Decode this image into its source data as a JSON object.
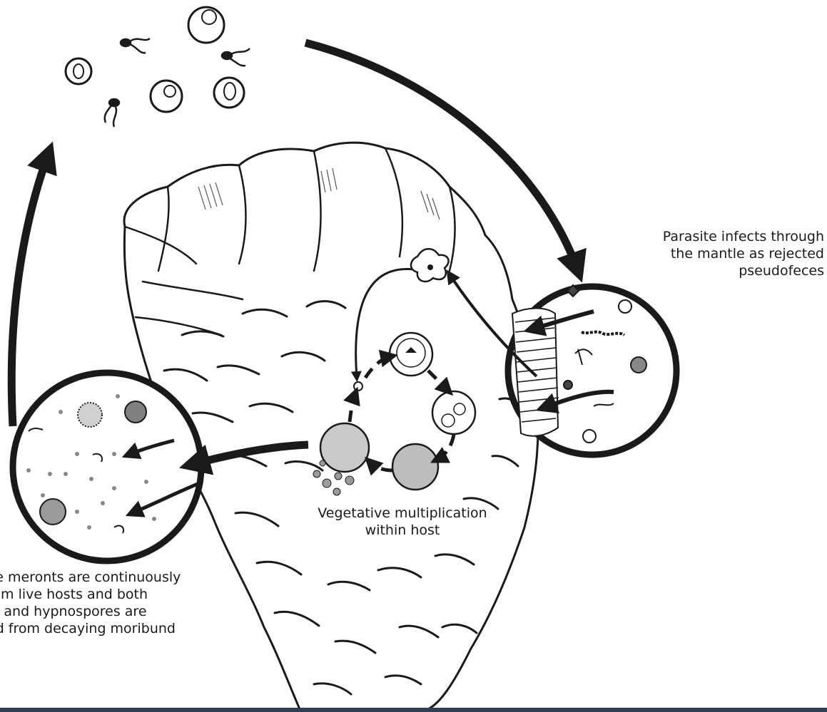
{
  "labels": {
    "infection": [
      "Parasite infects through",
      "the mantle as rejected",
      "pseudofeces"
    ],
    "vegetative": [
      "Vegetative multiplication",
      "within host"
    ],
    "release": [
      "ve meronts are continuously",
      "rom live hosts and both",
      "ts and hypnospores are",
      "ed from decaying moribund"
    ]
  },
  "colors": {
    "ink": "#1a1a1a",
    "background": "#ffffff",
    "bottom_bar": "#2f3f52"
  }
}
